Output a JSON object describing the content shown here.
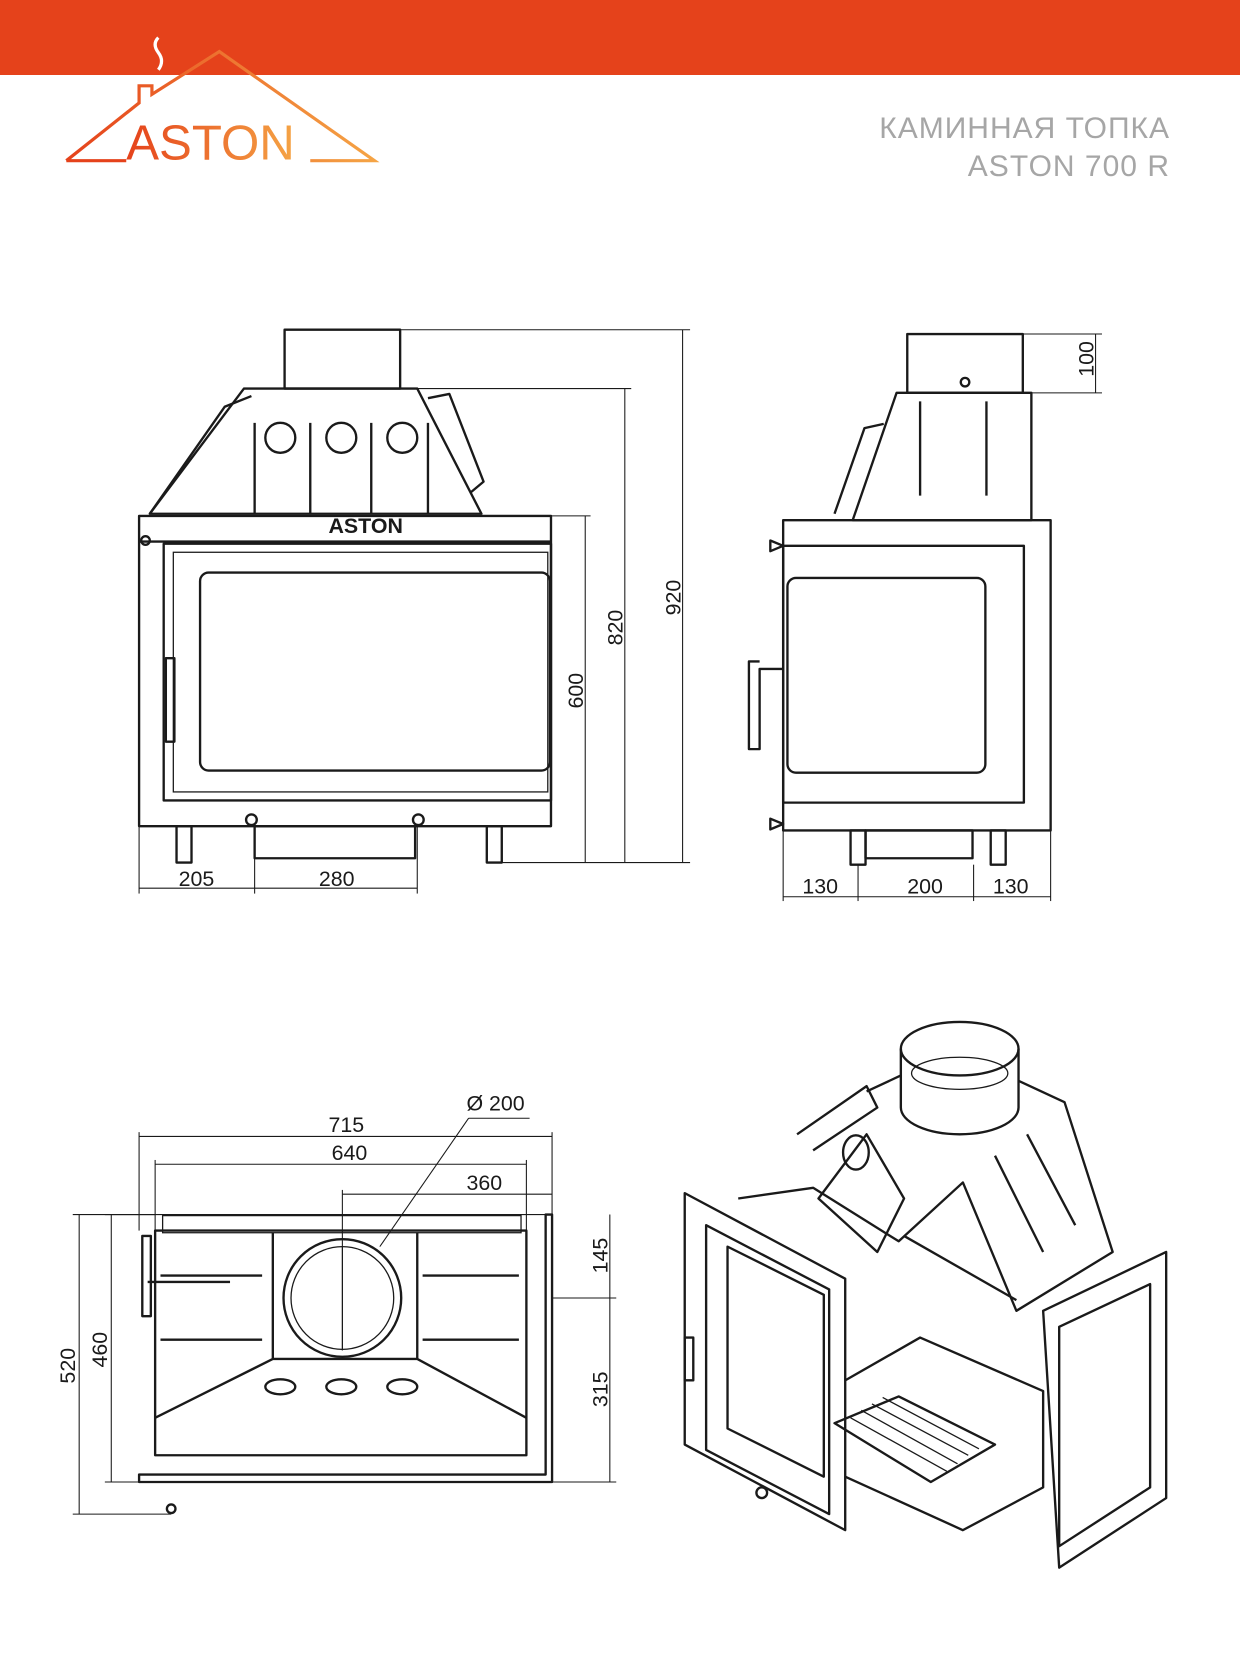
{
  "header": {
    "logo_text": "ASTON",
    "title_line1": "КАМИННАЯ ТОПКА",
    "title_line2": "ASTON 700 R",
    "brand_color": "#e5421b",
    "logo_gradient": [
      "#e5421b",
      "#f5a445"
    ]
  },
  "front_view": {
    "door_logo": "ASTON",
    "dims": {
      "total_height": "920",
      "body_height": "820",
      "door_height": "600",
      "left_offset": "205",
      "drawer_width": "280"
    }
  },
  "side_view": {
    "dims": {
      "collar_height": "100",
      "left": "130",
      "middle": "200",
      "right": "130"
    }
  },
  "top_view": {
    "dims": {
      "overall_width": "715",
      "body_width": "640",
      "flue_offset": "360",
      "flue_diameter": "Ø 200",
      "overall_depth": "520",
      "body_depth": "460",
      "flue_front": "145",
      "flue_back": "315"
    }
  }
}
